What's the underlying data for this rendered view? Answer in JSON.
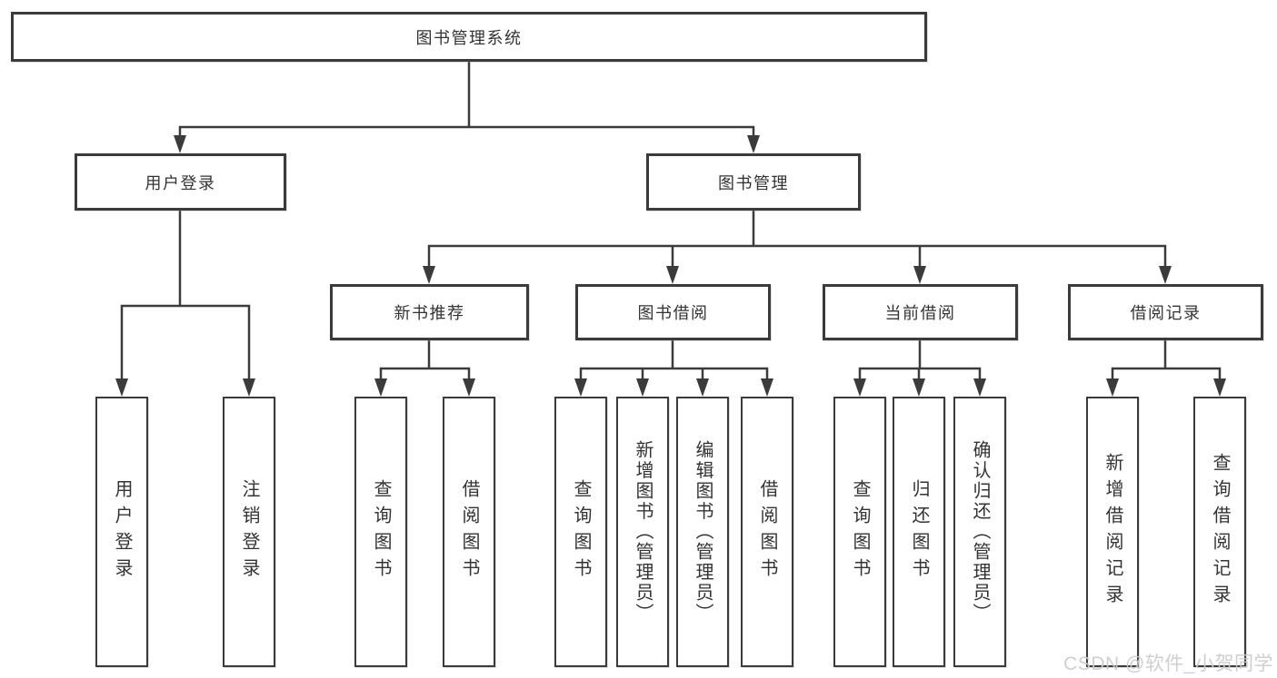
{
  "colors": {
    "line": "#3b3b3b",
    "text": "#333333",
    "background": "#ffffff",
    "watermark": "#cbcbcb"
  },
  "nodes": {
    "root": "图书管理系统",
    "level2": [
      "用户登录",
      "图书管理"
    ],
    "level3": [
      "新书推荐",
      "图书借阅",
      "当前借阅",
      "借阅记录"
    ],
    "leaves": {
      "user_login": [
        "用户登录",
        "注销登录"
      ],
      "new_book_recommend": [
        "查询图书",
        "借阅图书"
      ],
      "book_borrow": [
        "查询图书",
        "新增图书（管理员）",
        "编辑图书（管理员）",
        "借阅图书"
      ],
      "current_borrow": [
        "查询图书",
        "归还图书",
        "确认归还（管理员）"
      ],
      "borrow_records": [
        "新增借阅记录",
        "查询借阅记录"
      ]
    }
  },
  "watermark": "CSDN @软件_小贺同学"
}
